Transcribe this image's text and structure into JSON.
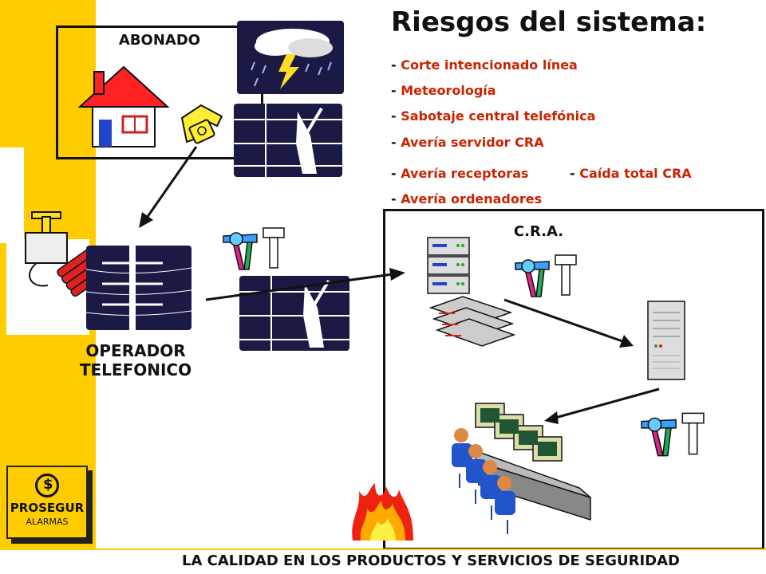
{
  "title": "Riesgos del sistema:",
  "risks": [
    "Corte intencionado línea",
    "Meteorología",
    "Sabotaje central telefónica",
    "Avería servidor CRA",
    "Avería receptoras",
    "Caída total CRA",
    "Avería ordenadores"
  ],
  "dash": "-",
  "labels": {
    "abonado": "ABONADO",
    "cra": "C.R.A.",
    "operador_line1": "OPERADOR",
    "operador_line2": "TELEFONICO"
  },
  "logo": {
    "name": "PROSEGUR",
    "sub": "ALARMAS"
  },
  "footer": "LA CALIDAD EN LOS PRODUCTOS Y SERVICIOS DE SEGURIDAD",
  "colors": {
    "accent": "#FFCC00",
    "risk_text": "#cc2200",
    "tile": "#1a1a44"
  }
}
